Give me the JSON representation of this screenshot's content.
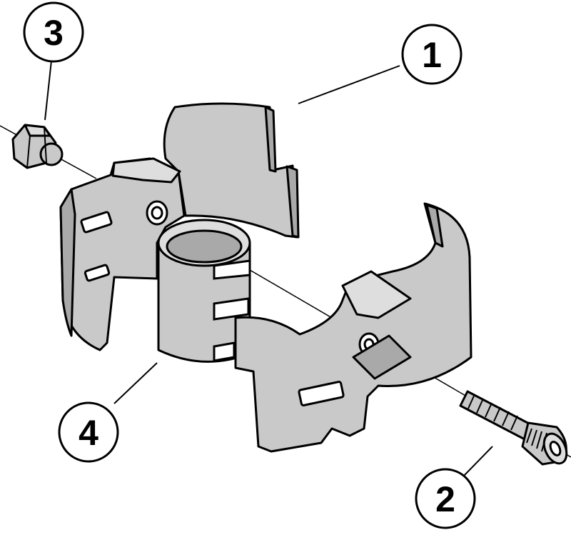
{
  "callouts": [
    {
      "id": "1",
      "label": "1"
    },
    {
      "id": "2",
      "label": "2"
    },
    {
      "id": "3",
      "label": "3"
    },
    {
      "id": "4",
      "label": "4"
    }
  ],
  "colors": {
    "part_fill": "#c9c9c9",
    "part_shadow": "#a9a9a9",
    "outline": "#000000",
    "background": "#ffffff"
  }
}
